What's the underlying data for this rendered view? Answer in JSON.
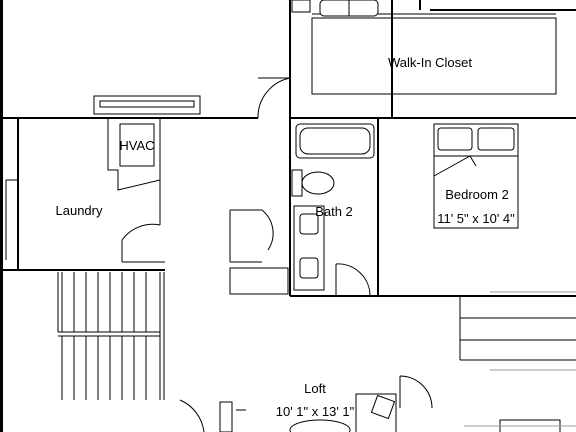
{
  "rooms": [
    {
      "key": "walk_in_closet",
      "name": "Walk-In Closet",
      "dimensions": ""
    },
    {
      "key": "hvac",
      "name": "HVAC",
      "dimensions": ""
    },
    {
      "key": "laundry",
      "name": "Laundry",
      "dimensions": ""
    },
    {
      "key": "bath_2",
      "name": "Bath 2",
      "dimensions": ""
    },
    {
      "key": "bedroom_2",
      "name": "Bedroom 2",
      "dimensions": "11' 5\" x 10' 4\""
    },
    {
      "key": "loft",
      "name": "Loft",
      "dimensions": "10' 1\" x 13' 1\""
    }
  ],
  "icons": {
    "door": "door-swing-icon",
    "toilet": "toilet-icon",
    "bathtub": "bathtub-icon",
    "bed": "bed-icon",
    "stairs": "stairs-icon",
    "sink": "sink-icon",
    "window": "window-icon"
  },
  "colors": {
    "line": "#000000",
    "background": "#ffffff",
    "secondary_line": "#9a9a9a"
  }
}
